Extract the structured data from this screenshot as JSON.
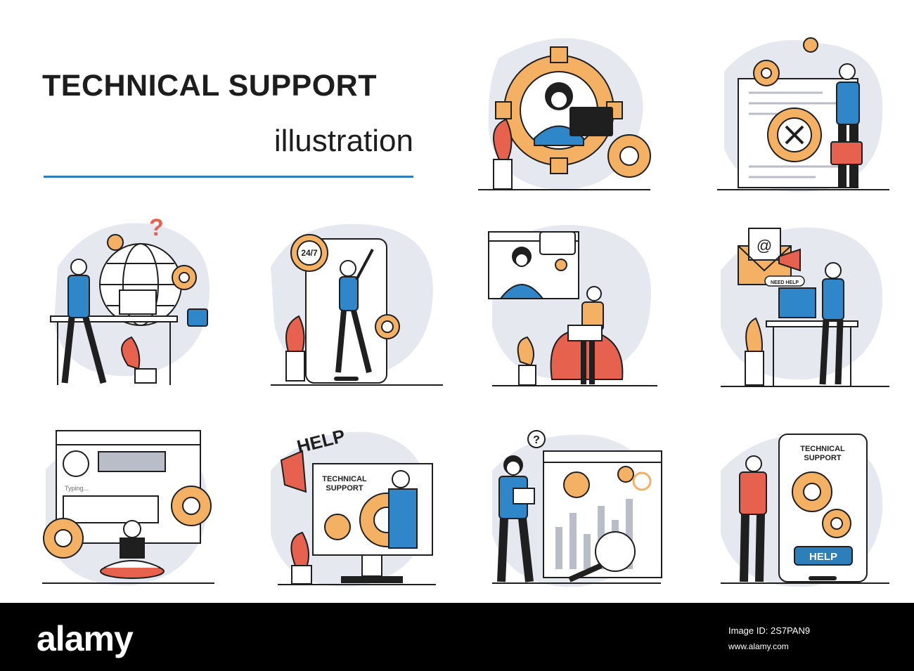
{
  "header": {
    "title": "TECHNICAL SUPPORT",
    "subtitle": "illustration"
  },
  "scenes": {
    "gear_operator": {
      "label": ""
    },
    "laptop_repair": {
      "label": ""
    },
    "global_support": {
      "label": "?"
    },
    "phone_24_7": {
      "label": "24/7"
    },
    "video_call": {
      "label": ""
    },
    "email_help": {
      "label": "NEED HELP",
      "at_symbol": "@"
    },
    "chat_window": {
      "label": "Typing..."
    },
    "monitor_help": {
      "help": "HELP",
      "screen_line1": "TECHNICAL",
      "screen_line2": "SUPPORT"
    },
    "analytics": {
      "label": "?"
    },
    "phone_help": {
      "screen_line1": "TECHNICAL",
      "screen_line2": "SUPPORT",
      "button": "HELP"
    }
  },
  "footer": {
    "logo": "alamy",
    "image_id": "Image ID: 2S7PAN9",
    "url": "www.alamy.com"
  },
  "colors": {
    "accent_blue": "#2c7fb8",
    "gear_orange": "#f4b063",
    "shirt_blue": "#2f86c9",
    "plant_red": "#e6624e",
    "blob_gray": "#e6e8ef",
    "outline": "#1f1f1f"
  }
}
